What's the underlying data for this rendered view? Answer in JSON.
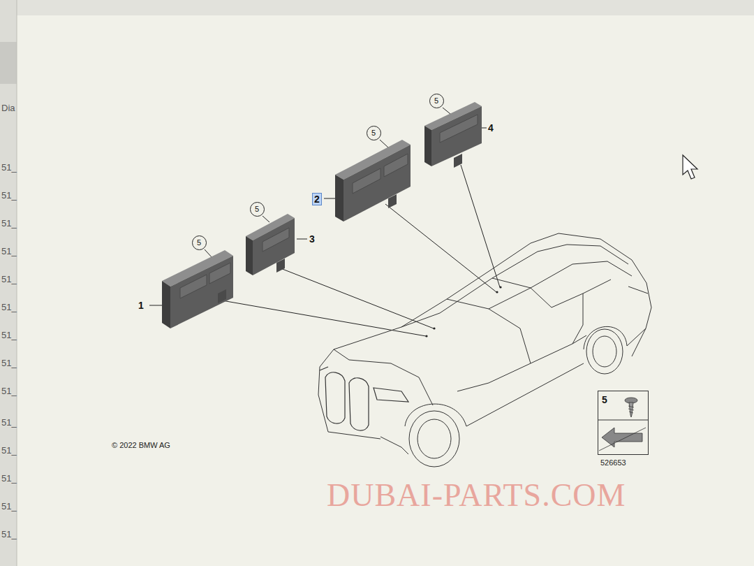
{
  "diagram": {
    "nodes": [
      {
        "text": [
          "5"
        ]
      },
      {
        "text": [
          "5"
        ]
      },
      {
        "text": [
          "5"
        ]
      },
      {
        "text": [
          "5"
        ]
      },
      {
        "text": [
          "5"
        ]
      }
    ],
    "labels": [
      "1",
      "2",
      "3",
      "4",
      "© 2022 BMW AG",
      "526653",
      "DUBAI-PARTS.COM",
      "Dia",
      "51_",
      "51_",
      "51_",
      "51_",
      "51_",
      "51_",
      "51_",
      "51_",
      "51_",
      "51_",
      "51_",
      "51_",
      "51_",
      "51_"
    ]
  }
}
